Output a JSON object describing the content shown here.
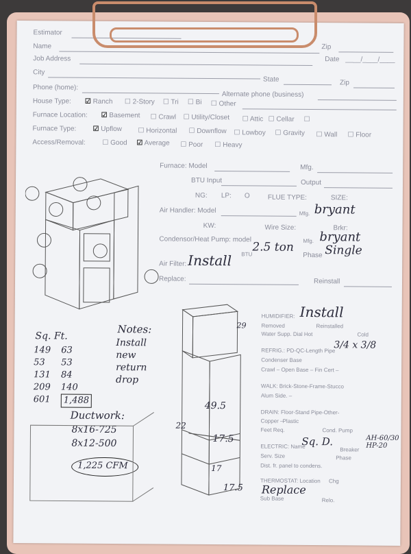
{
  "form": {
    "estimator": "Estimator",
    "name": "Name",
    "job_address": "Job Address",
    "city": "City",
    "state": "State",
    "zip": "Zip",
    "date_label": "Date",
    "phone_home": "Phone (home):",
    "alt_phone": "Alternate phone (business)",
    "house_type": "House Type:",
    "house_opts": [
      "Ranch",
      "2-Story",
      "Tri",
      "Bi",
      "Other"
    ],
    "furnace_location": "Furnace Location:",
    "location_opts": [
      "Basement",
      "Crawl",
      "Utility/Closet",
      "Attic",
      "Cellar"
    ],
    "furnace_type": "Furnace Type:",
    "type_opts": [
      "Upflow",
      "Horizontal",
      "Downflow",
      "Lowboy",
      "Gravity",
      "Wall",
      "Floor"
    ],
    "access": "Access/Removal:",
    "access_opts": [
      "Good",
      "Average",
      "Poor",
      "Heavy"
    ],
    "furnace_model": "Furnace: Model",
    "mfg": "Mfg.",
    "btu_input": "BTU Input",
    "output": "Output",
    "ng": "NG:",
    "lp": "LP:",
    "o": "O",
    "flue": "FLUE TYPE:",
    "size": "SIZE:",
    "air_handler": "Air Handler: Model",
    "kw": "KW:",
    "wire": "Wire Size:",
    "brkr": "Brkr:",
    "condensor": "Condensor/Heat Pump: model",
    "btu": "BTU",
    "phase": "Phase",
    "air_filter": "Air Filter:",
    "replace": "Replace:",
    "reinstall": "Reinstall",
    "humidifier": "HUMIDIFIER:",
    "removed": "Removed",
    "reinstalled": "Reinstalled",
    "water_supp": "Water Supp. Dial Hot",
    "cold": "Cold",
    "refrig": "REFRIG.: PD-QC-Length Pipe",
    "condenser_base": "Condenser Base",
    "crawl_open": "Crawl – Open Base – Fin  Cert –",
    "walk": "WALK: Brick-Stone-Frame-Stucco",
    "alum": "Alum Side. –",
    "drain": "DRAIN: Floor-Stand Pipe-Other-",
    "copper": "Copper –",
    "pvc": "Plastic",
    "feet_req": "Feet Req.",
    "cond_pump": "Cond. Pump",
    "electric": "ELECTRIC: Name",
    "breaker": "Breaker",
    "serv_size": "Serv. Size",
    "phase2": "Phase",
    "dist": "Dist. fr. panel to condens.",
    "thermostat": "THERMOSTAT: Location",
    "chg": "Chg",
    "sub_base": "Sub Base",
    "relo": "Relo."
  },
  "handwriting": {
    "mfg_air": "bryant",
    "mfg_cond": "bryant",
    "btu_cond": "2.5 ton",
    "phase_cond": "Single",
    "air_filter": "Install",
    "humidifier": "Install",
    "refrig": "3/4 x 3/8",
    "elec_name": "Sq. D.",
    "breaker": "AH-60/30 HP-20",
    "thermostat": "Replace",
    "sqft_title": "Sq. Ft.",
    "sqft_a": [
      "149",
      "53",
      "131",
      "209",
      "601"
    ],
    "sqft_b": [
      "63",
      "53",
      "84",
      "140",
      "1,488"
    ],
    "notes_title": "Notes:",
    "notes": [
      "Install",
      "new",
      "return",
      "drop"
    ],
    "duct_title": "Ductwork:",
    "duct": [
      "8x16-725",
      "8x12-500"
    ],
    "cfm": "1,225 CFM",
    "dim_29": "29",
    "dim_49": "49.5",
    "dim_22": "22",
    "dim_17_5a": "17.5",
    "dim_17": "17",
    "dim_17_5b": "17.5"
  }
}
